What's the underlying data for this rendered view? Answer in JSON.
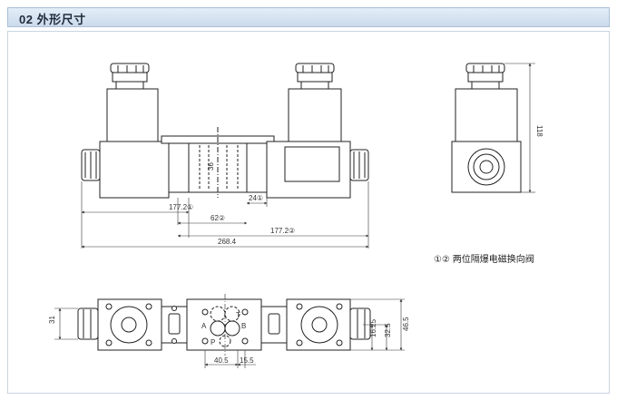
{
  "header": {
    "title": "02 外形尺寸"
  },
  "front_view": {
    "dims": {
      "d1": "177.2①",
      "d2": "62②",
      "d3": "177.2②",
      "d4": "24①",
      "d5": "268.4",
      "d6": "36"
    }
  },
  "side_view": {
    "dims": {
      "height": "118"
    }
  },
  "note": {
    "text": "①②  两位隔爆电磁换向阀"
  },
  "top_view": {
    "dims": {
      "left_height": "31",
      "bottom_a": "40.5",
      "bottom_b": "15.5",
      "right_a": "16.25",
      "right_b": "32.5",
      "right_c": "46.5"
    },
    "ports": {
      "a": "A",
      "b": "B",
      "p": "P",
      "t": "T"
    }
  }
}
